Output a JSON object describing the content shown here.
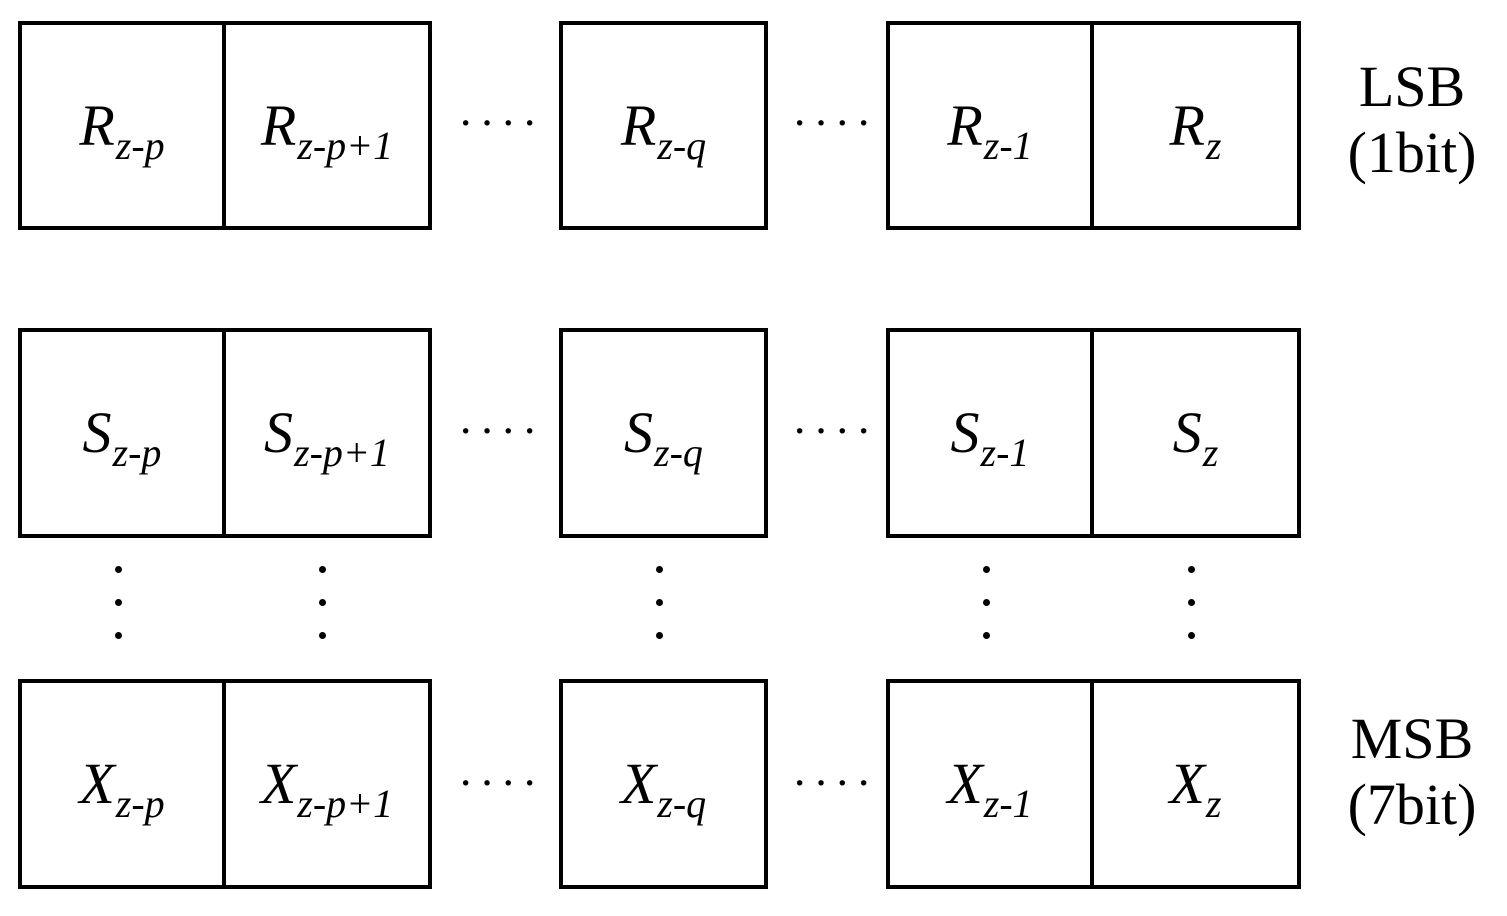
{
  "rows": {
    "r": {
      "cells": [
        {
          "sym": "R",
          "sub": "z-p"
        },
        {
          "sym": "R",
          "sub": "z-p+1"
        },
        {
          "sym": "R",
          "sub": "z-q"
        },
        {
          "sym": "R",
          "sub": "z-1"
        },
        {
          "sym": "R",
          "sub": "z"
        }
      ],
      "ellipsis": "····"
    },
    "s": {
      "cells": [
        {
          "sym": "S",
          "sub": "z-p"
        },
        {
          "sym": "S",
          "sub": "z-p+1"
        },
        {
          "sym": "S",
          "sub": "z-q"
        },
        {
          "sym": "S",
          "sub": "z-1"
        },
        {
          "sym": "S",
          "sub": "z"
        }
      ],
      "ellipsis": "····"
    },
    "x": {
      "cells": [
        {
          "sym": "X",
          "sub": "z-p"
        },
        {
          "sym": "X",
          "sub": "z-p+1"
        },
        {
          "sym": "X",
          "sub": "z-q"
        },
        {
          "sym": "X",
          "sub": "z-1"
        },
        {
          "sym": "X",
          "sub": "z"
        }
      ],
      "ellipsis": "····"
    }
  },
  "labels": {
    "lsb": {
      "line1": "LSB",
      "line2": "(1bit)"
    },
    "msb": {
      "line1": "MSB",
      "line2": "(7bit)"
    }
  }
}
